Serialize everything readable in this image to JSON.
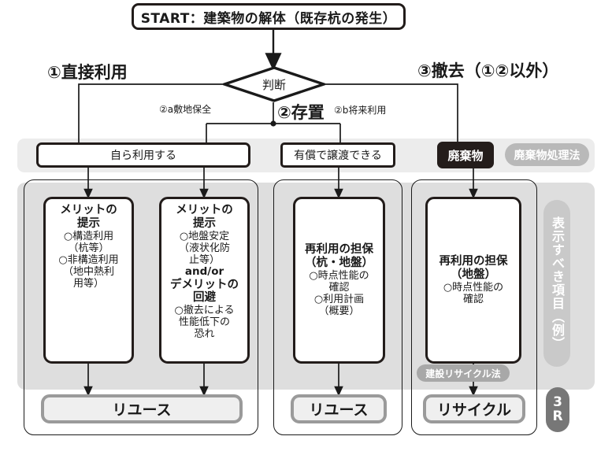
{
  "diagram": {
    "title": "START：建築物の解体（既存杭の発生）",
    "decision": "判断",
    "branches": {
      "left_headline": "①直接利用",
      "mid_headline": "②存置",
      "right_headline": "③撤去（①②以外）",
      "sub_a": "②a敷地保全",
      "sub_b": "②b将来利用"
    },
    "categories": [
      {
        "id": "self",
        "label": "自ら利用する"
      },
      {
        "id": "sell",
        "label": "有償で譲渡できる"
      },
      {
        "id": "waste",
        "label": "廃棄物"
      }
    ],
    "law_pills": {
      "waste_law": "廃棄物処理法",
      "recycle_law": "建設リサイクル法"
    },
    "detail_boxes": [
      {
        "id": "merit-structural",
        "lines": [
          {
            "style": "hd",
            "text": "メリットの"
          },
          {
            "style": "hd",
            "text": "提示"
          },
          {
            "style": "li",
            "text": "○構造利用"
          },
          {
            "style": "li",
            "text": "（杭等）"
          },
          {
            "style": "li",
            "text": "○非構造利用"
          },
          {
            "style": "li",
            "text": "（地中熱利"
          },
          {
            "style": "li",
            "text": "用等）"
          }
        ]
      },
      {
        "id": "merit-ground",
        "lines": [
          {
            "style": "hd",
            "text": "メリットの"
          },
          {
            "style": "hd",
            "text": "提示"
          },
          {
            "style": "li",
            "text": "○地盤安定"
          },
          {
            "style": "li",
            "text": "（液状化防"
          },
          {
            "style": "li",
            "text": "止等）"
          },
          {
            "style": "mid",
            "text": "and/or"
          },
          {
            "style": "hd",
            "text": "デメリットの"
          },
          {
            "style": "hd",
            "text": "回避"
          },
          {
            "style": "li",
            "text": "○撤去による"
          },
          {
            "style": "li",
            "text": "性能低下の"
          },
          {
            "style": "li",
            "text": "恐れ"
          }
        ]
      },
      {
        "id": "reuse-guarantee-pile-ground",
        "lines": [
          {
            "style": "hd",
            "text": "再利用の担保"
          },
          {
            "style": "hd",
            "text": "（杭・地盤）"
          },
          {
            "style": "li",
            "text": "○時点性能の"
          },
          {
            "style": "li",
            "text": "確認"
          },
          {
            "style": "li",
            "text": "○利用計画"
          },
          {
            "style": "li",
            "text": "（概要）"
          }
        ]
      },
      {
        "id": "reuse-guarantee-ground",
        "lines": [
          {
            "style": "hd",
            "text": "再利用の担保"
          },
          {
            "style": "hd",
            "text": "（地盤）"
          },
          {
            "style": "li",
            "text": "○時点性能の"
          },
          {
            "style": "li",
            "text": "確認"
          }
        ]
      }
    ],
    "results": [
      {
        "id": "reuse-1",
        "label": "リユース"
      },
      {
        "id": "reuse-2",
        "label": "リユース"
      },
      {
        "id": "recycle",
        "label": "リサイクル"
      }
    ],
    "side_labels": {
      "vertical_pill": "表示すべき項目（例）",
      "threeR_top": "3",
      "threeR_bottom": "R"
    },
    "colors": {
      "ink": "#221c1a",
      "waste_fill": "#241d1b",
      "pill_gray": "#b9b9b9",
      "band_light": "#ececec",
      "band_mid": "#dedede",
      "result_border": "#9a9a9a",
      "result_fill": "#efefef",
      "threeR_fill": "#777777"
    }
  }
}
